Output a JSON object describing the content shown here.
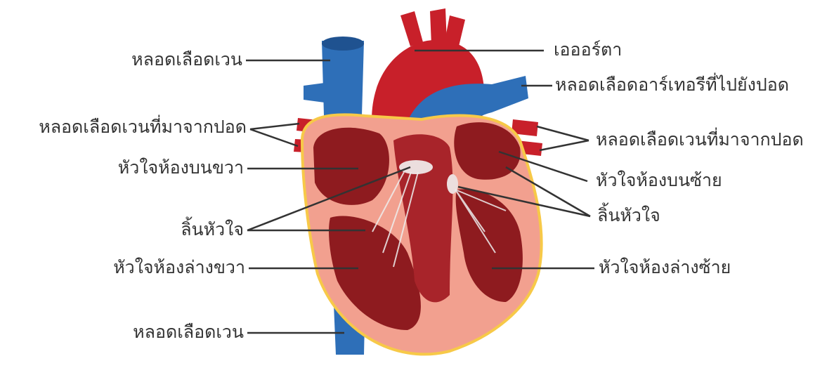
{
  "diagram": {
    "colors": {
      "vein_blue": "#2e6fb8",
      "artery_red": "#c8202a",
      "muscle_dark": "#8e1b1f",
      "wall_pink": "#f2a08f",
      "outline_yellow": "#f7c948",
      "leader_line": "#333333"
    },
    "labels": {
      "left": {
        "vein_top": "หลอดเลือดเวน",
        "pulmonary_veins_right": "หลอดเลือดเวนที่มาจากปอด",
        "right_atrium": "หัวใจห้องบนขวา",
        "valves_right": "ลิ้นหัวใจ",
        "right_ventricle": "หัวใจห้องล่างขวา",
        "vein_bottom": "หลอดเลือดเวน"
      },
      "right": {
        "aorta": "เอออร์ตา",
        "pulmonary_artery": "หลอดเลือดอาร์เทอรีที่ไปยังปอด",
        "pulmonary_veins_left": "หลอดเลือดเวนที่มาจากปอด",
        "left_atrium": "หัวใจห้องบนซ้าย",
        "valves_left": "ลิ้นหัวใจ",
        "left_ventricle": "หัวใจห้องล่างซ้าย"
      }
    }
  }
}
